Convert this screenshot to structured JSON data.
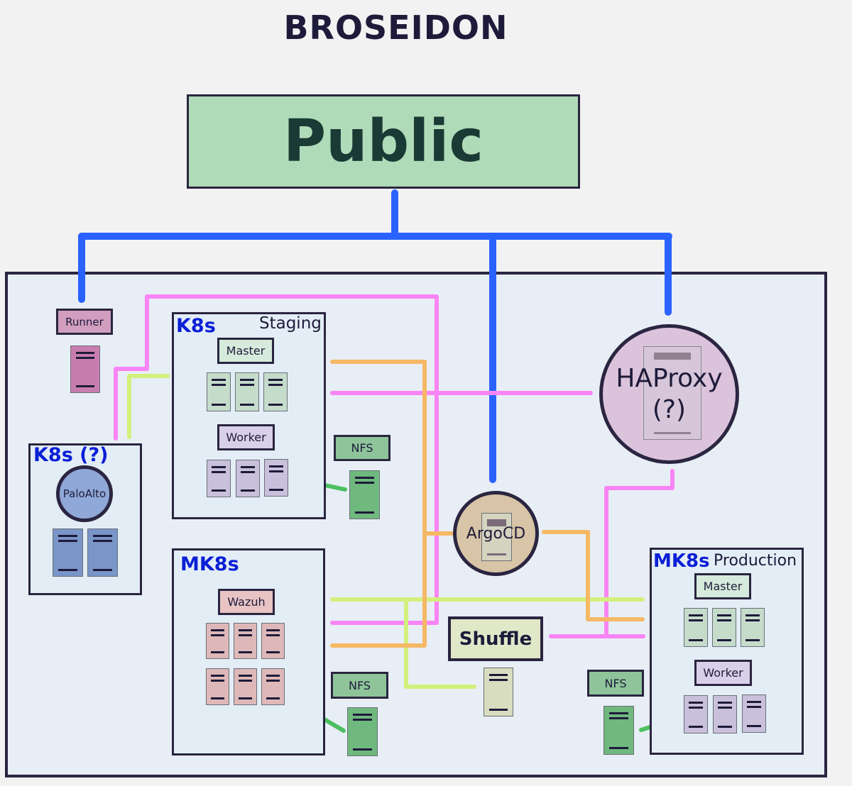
{
  "title": "BROSEIDON",
  "public": "Public",
  "runner": {
    "label": "Runner"
  },
  "k8s_unknown": {
    "title": "K8s (?)",
    "firewall": "PaloAlto"
  },
  "k8s_staging": {
    "title": "K8s",
    "env": "Staging",
    "master": "Master",
    "worker": "Worker",
    "nfs": "NFS"
  },
  "mk8s": {
    "title": "MK8s",
    "wazuh": "Wazuh",
    "nfs": "NFS"
  },
  "haproxy": {
    "label": "HAProxy",
    "note": "(?)"
  },
  "argocd": {
    "label": "ArgoCD"
  },
  "shuffle": {
    "label": "Shuffle"
  },
  "mk8s_production": {
    "title": "MK8s",
    "env": "Production",
    "master": "Master",
    "worker": "Worker",
    "nfs": "NFS"
  },
  "colors": {
    "public_link": "#2962ff",
    "pink_link": "#f985f5",
    "lime_link": "#d2f07c",
    "orange_link": "#f5b865",
    "nfs_link": "#4cc060"
  }
}
